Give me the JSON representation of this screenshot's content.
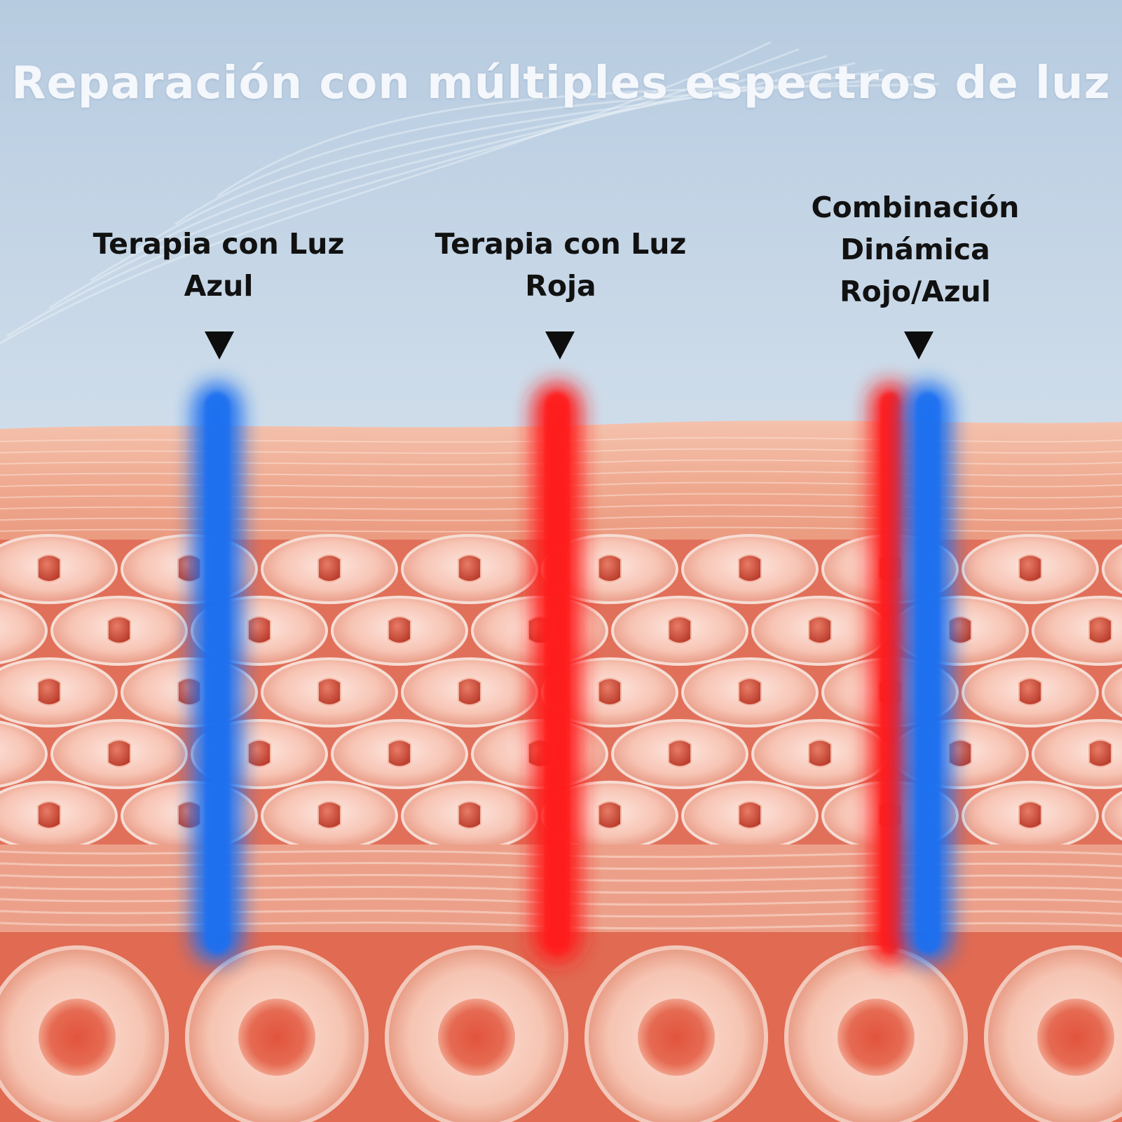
{
  "title": "Reparación con múltiples espectros de luz",
  "labels": [
    {
      "lines": [
        "Terapia con Luz",
        "Azul"
      ]
    },
    {
      "lines": [
        "Terapia con Luz",
        "Roja"
      ]
    },
    {
      "lines": [
        "Combinación",
        "Dinámica",
        "Rojo/Azul"
      ]
    }
  ],
  "beams": [
    {
      "name": "blue-light-beam",
      "color": "#1f6ff0"
    },
    {
      "name": "red-light-beam",
      "color": "#ff1a1a"
    },
    {
      "name": "combined-red-beam",
      "color": "#ff1a1a"
    },
    {
      "name": "combined-blue-beam",
      "color": "#1f6ff0"
    }
  ],
  "colors": {
    "sky": "#c9d9e8",
    "skin_surface": "#f1b096",
    "cell_body": "#f7c3b3",
    "nucleus": "#d2503c",
    "tissue": "#e2715a"
  }
}
